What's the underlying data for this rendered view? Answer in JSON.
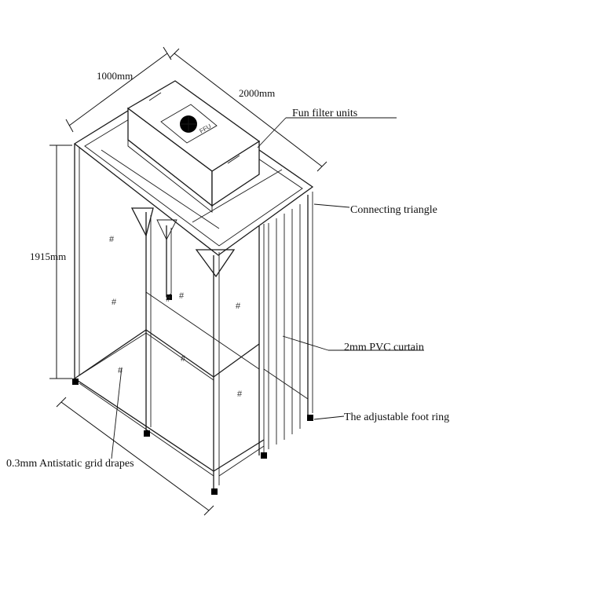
{
  "dimensions": {
    "width": "1000mm",
    "depth": "2000mm",
    "height": "1915mm"
  },
  "callouts": {
    "fan_filter": "Fun filter units",
    "triangle": "Connecting triangle",
    "curtain": "2mm PVC curtain",
    "foot_ring": "The adjustable foot ring",
    "drapes": "0.3mm Antistatic grid drapes"
  },
  "fan_unit_text": "FFU",
  "grid_marks": [
    "#",
    "#",
    "#",
    "#",
    "#",
    "#",
    "#",
    "#"
  ]
}
